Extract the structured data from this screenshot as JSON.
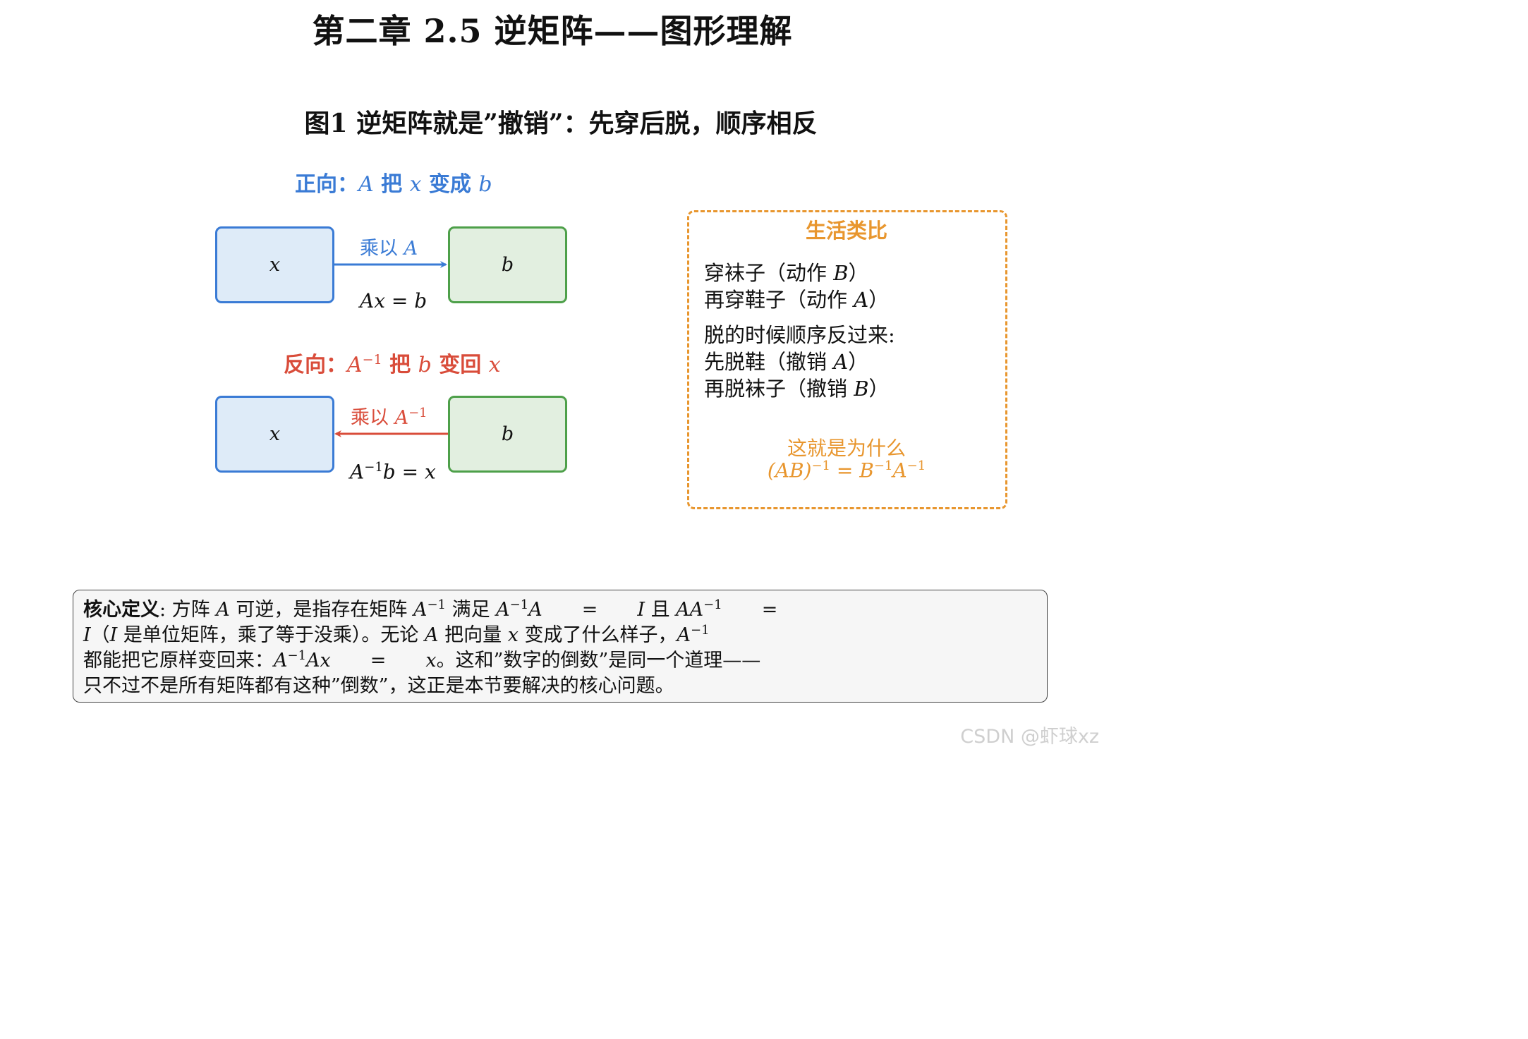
{
  "page_title": "第二章 2.5 逆矩阵——图形理解",
  "figure_title": "图1 逆矩阵就是”撤销”：先穿后脱，顺序相反",
  "forward": {
    "heading_prefix": "正向：",
    "heading_A": "A",
    "heading_mid1": " 把 ",
    "heading_x": "x",
    "heading_mid2": " 变成 ",
    "heading_b": "b",
    "box_left": "x",
    "box_right": "b",
    "arrow_label": "乘以 ",
    "arrow_var": "A",
    "equation": "Ax = b"
  },
  "reverse": {
    "heading_prefix": "反向：",
    "heading_A": "A",
    "heading_sup": "−1",
    "heading_mid1": " 把 ",
    "heading_b": "b",
    "heading_mid2": " 变回 ",
    "heading_x": "x",
    "box_left": "x",
    "box_right": "b",
    "arrow_label": "乘以 ",
    "arrow_var": "A",
    "arrow_sup": "−1",
    "eq_A": "A",
    "eq_sup": "−1",
    "eq_rest": "b = x"
  },
  "analogy": {
    "title": "生活类比",
    "line1_text": "穿袜子（动作 ",
    "line1_var": "B",
    "line1_end": "）",
    "line2_text": "再穿鞋子（动作 ",
    "line2_var": "A",
    "line2_end": "）",
    "line3": "脱的时候顺序反过来:",
    "line4_text": "先脱鞋（撤销 ",
    "line4_var": "A",
    "line4_end": "）",
    "line5_text": "再脱袜子（撤销 ",
    "line5_var": "B",
    "line5_end": "）",
    "conclusion_text": "这就是为什么",
    "conclusion_formula": {
      "lhs": "(AB)",
      "lhs_sup": "−1",
      "eq": " = ",
      "B": "B",
      "B_sup": "−1",
      "A": "A",
      "A_sup": "−1"
    }
  },
  "definition": {
    "label": "核心定义",
    "l1_a": ": 方阵 ",
    "l1_A": "A",
    "l1_b": " 可逆，是指存在矩阵 ",
    "l1_Ainv": "A",
    "l1_sup1": "−1",
    "l1_c": " 满足 ",
    "l1_Ainv2": "A",
    "l1_sup2": "−1",
    "l1_A2": "A",
    "l1_eq1": "=",
    "l1_I": "I",
    "l1_d": " 且 ",
    "l1_AA": "AA",
    "l1_sup3": "−1",
    "l1_eq2": "=",
    "l2_I": "I",
    "l2_a": "（",
    "l2_I2": "I",
    "l2_b": " 是单位矩阵，乘了等于没乘）。无论 ",
    "l2_A": "A",
    "l2_c": " 把向量 ",
    "l2_x": "x",
    "l2_d": " 变成了什么样子，",
    "l2_Ainv": "A",
    "l2_sup": "−1",
    "l3_a": "都能把它原样变回来：",
    "l3_A": "A",
    "l3_sup": "−1",
    "l3_Ax": "Ax",
    "l3_eq": "=",
    "l3_x": "x",
    "l3_b": "。这和”数字的倒数”是同一个道理——",
    "l4": "只不过不是所有矩阵都有这种”倒数”，这正是本节要解决的核心问题。"
  },
  "watermark": "CSDN @虾球xz",
  "colors": {
    "blue": "#3a7bd5",
    "red": "#d94c3a",
    "green": "#4ea04a",
    "orange": "#e8962e",
    "blue_fill": "#deebf8",
    "green_fill": "#e2efe0"
  }
}
